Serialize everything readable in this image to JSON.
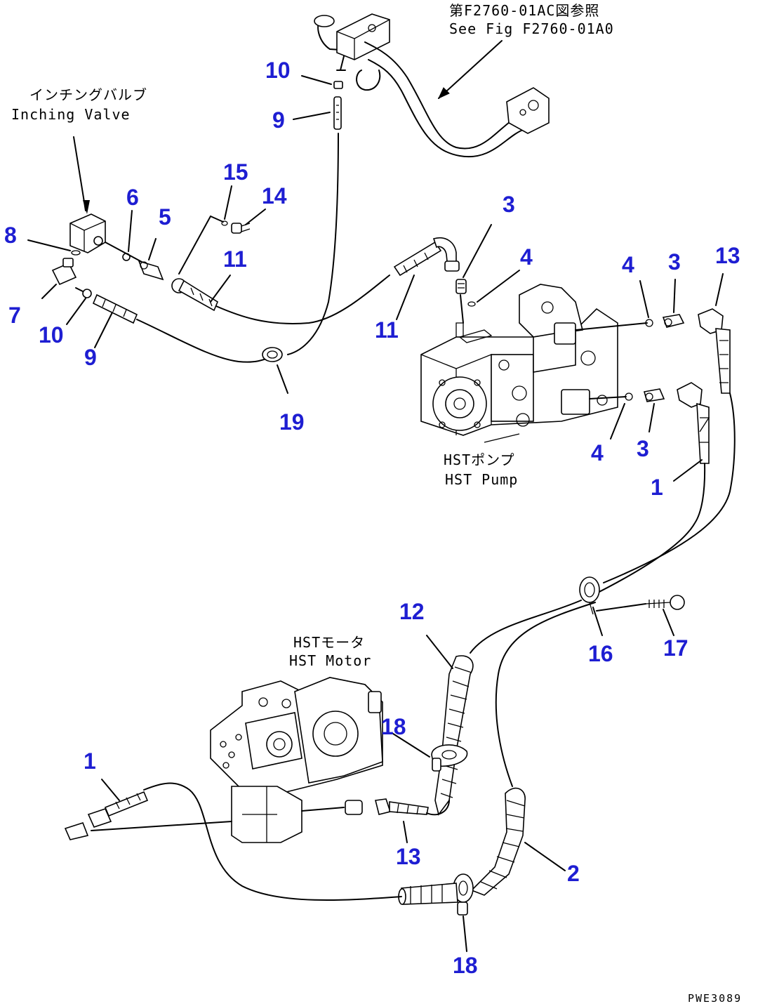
{
  "references": {
    "fig_ref_jp": "第F2760-01AC図参照",
    "fig_ref_en": "See Fig F2760-01A0"
  },
  "components": {
    "inching_valve_jp": "インチングバルブ",
    "inching_valve_en": "Inching Valve",
    "hst_pump_jp": "HSTポンプ",
    "hst_pump_en": "HST Pump",
    "hst_motor_jp": "HSTモータ",
    "hst_motor_en": "HST Motor"
  },
  "callouts": [
    {
      "id": "c10a",
      "label": "10"
    },
    {
      "id": "c9a",
      "label": "9"
    },
    {
      "id": "c6",
      "label": "6"
    },
    {
      "id": "c5",
      "label": "5"
    },
    {
      "id": "c15",
      "label": "15"
    },
    {
      "id": "c14",
      "label": "14"
    },
    {
      "id": "c8",
      "label": "8"
    },
    {
      "id": "c11a",
      "label": "11"
    },
    {
      "id": "c7",
      "label": "7"
    },
    {
      "id": "c10b",
      "label": "10"
    },
    {
      "id": "c9b",
      "label": "9"
    },
    {
      "id": "c19",
      "label": "19"
    },
    {
      "id": "c3a",
      "label": "3"
    },
    {
      "id": "c4a",
      "label": "4"
    },
    {
      "id": "c11b",
      "label": "11"
    },
    {
      "id": "c4b",
      "label": "4"
    },
    {
      "id": "c3b",
      "label": "3"
    },
    {
      "id": "c13a",
      "label": "13"
    },
    {
      "id": "c4c",
      "label": "4"
    },
    {
      "id": "c3c",
      "label": "3"
    },
    {
      "id": "c1a",
      "label": "1"
    },
    {
      "id": "c12",
      "label": "12"
    },
    {
      "id": "c16",
      "label": "16"
    },
    {
      "id": "c17",
      "label": "17"
    },
    {
      "id": "c18a",
      "label": "18"
    },
    {
      "id": "c1b",
      "label": "1"
    },
    {
      "id": "c13b",
      "label": "13"
    },
    {
      "id": "c2",
      "label": "2"
    },
    {
      "id": "c18b",
      "label": "18"
    }
  ],
  "drawing_code": "PWE3089"
}
